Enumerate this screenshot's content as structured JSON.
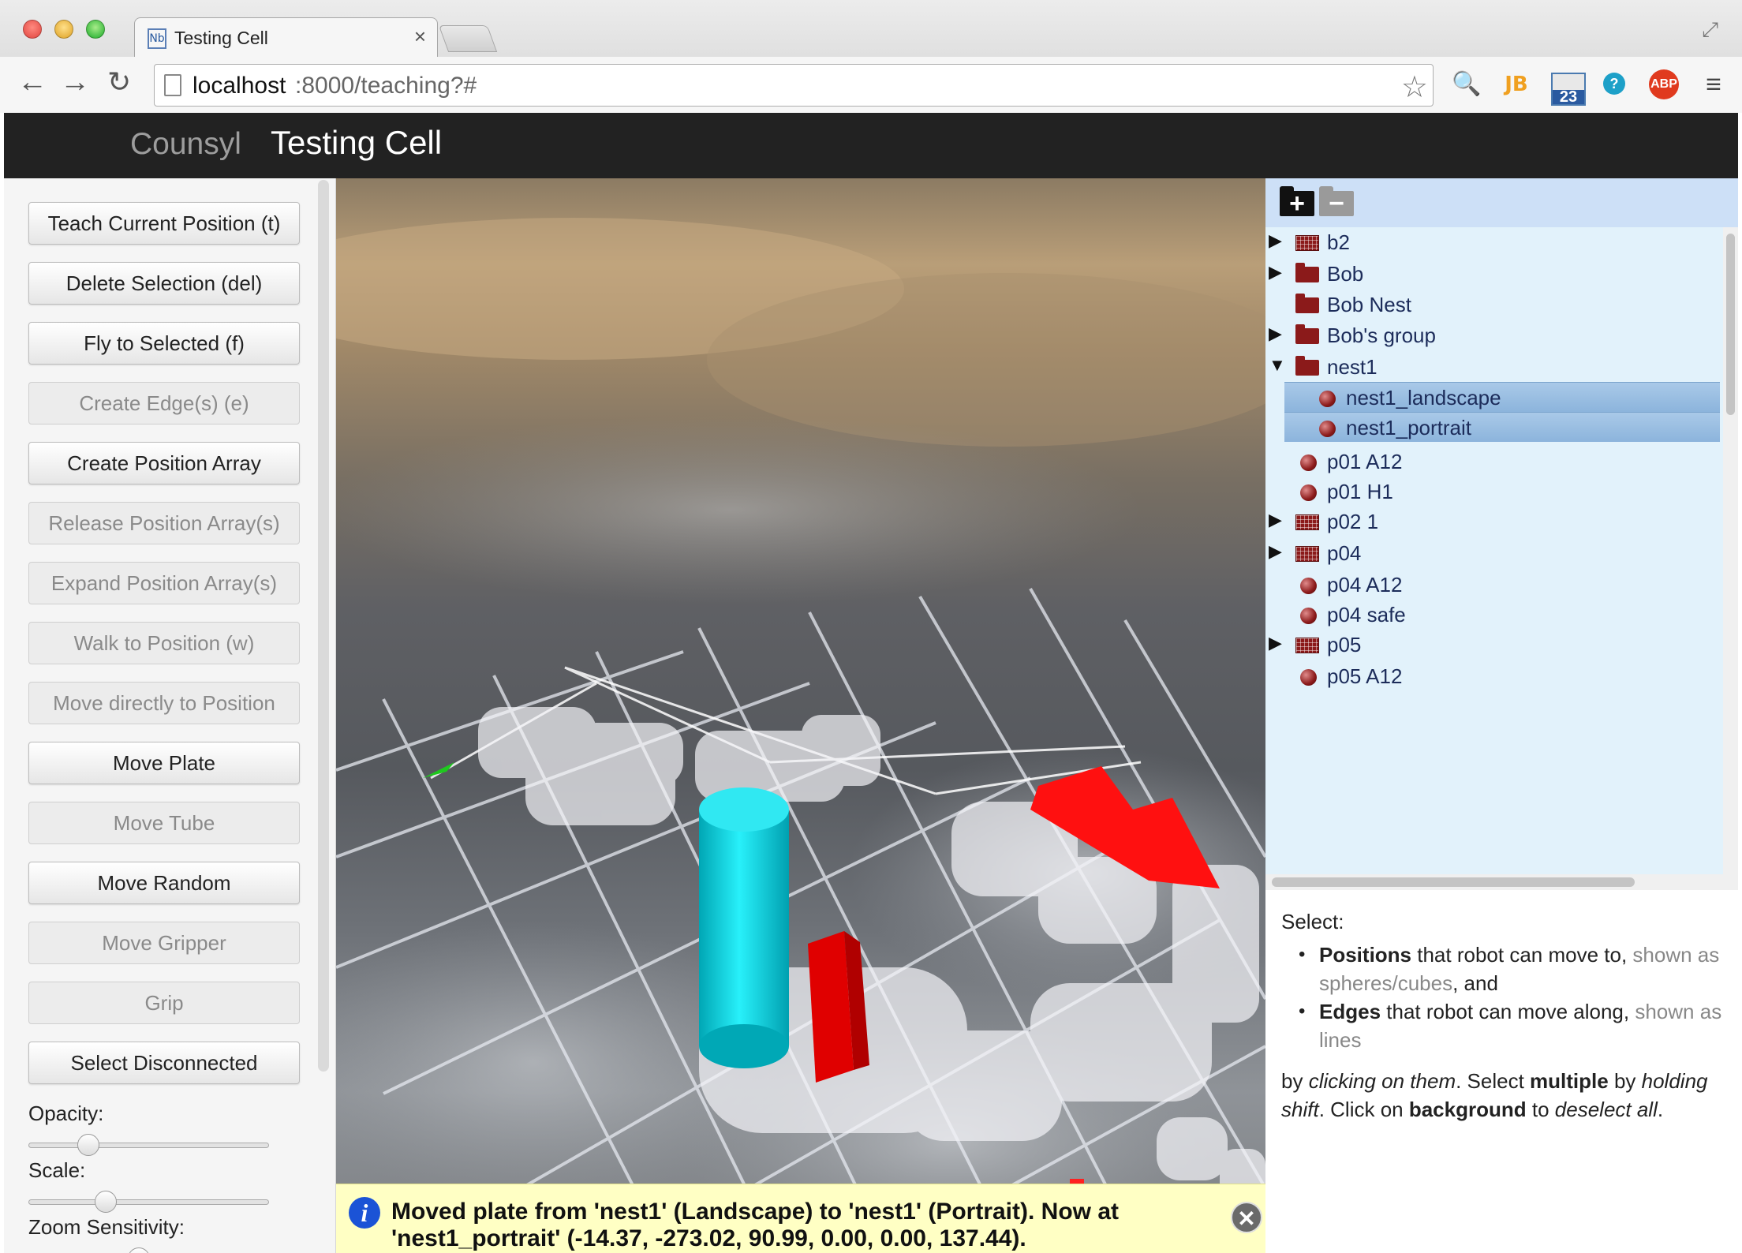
{
  "browser": {
    "tab_title": "Testing Cell",
    "tab_favicon": "Nb",
    "url_host": "localhost",
    "url_rest": ":8000/teaching?#",
    "extensions": [
      "JB",
      "23",
      "ABP"
    ]
  },
  "header": {
    "brand": "Counsyl",
    "title": "Testing Cell"
  },
  "sidebar": {
    "buttons": [
      {
        "label": "Teach Current Position (t)",
        "enabled": true
      },
      {
        "label": "Delete Selection (del)",
        "enabled": true
      },
      {
        "label": "Fly to Selected (f)",
        "enabled": true
      },
      {
        "label": "Create Edge(s) (e)",
        "enabled": false
      },
      {
        "label": "Create Position Array",
        "enabled": true
      },
      {
        "label": "Release Position Array(s)",
        "enabled": false
      },
      {
        "label": "Expand Position Array(s)",
        "enabled": false
      },
      {
        "label": "Walk to Position (w)",
        "enabled": false
      },
      {
        "label": "Move directly to Position",
        "enabled": false
      },
      {
        "label": "Move Plate",
        "enabled": true
      },
      {
        "label": "Move Tube",
        "enabled": false
      },
      {
        "label": "Move Random",
        "enabled": true
      },
      {
        "label": "Move Gripper",
        "enabled": false
      },
      {
        "label": "Grip",
        "enabled": false
      },
      {
        "label": "Select Disconnected",
        "enabled": true
      }
    ],
    "sliders": [
      {
        "label": "Opacity:",
        "value": 0.22
      },
      {
        "label": "Scale:",
        "value": 0.3
      },
      {
        "label": "Zoom Sensitivity:",
        "value": 0.45
      }
    ]
  },
  "tree": {
    "toolbar": [
      "add-folder-icon",
      "remove-folder-icon"
    ],
    "items": [
      {
        "label": "b2",
        "icon": "grid",
        "expander": "collapsed",
        "level": 0,
        "selected": false
      },
      {
        "label": "Bob",
        "icon": "folder",
        "expander": "collapsed",
        "level": 0,
        "selected": false
      },
      {
        "label": "Bob Nest",
        "icon": "folder",
        "expander": "none",
        "level": 0,
        "selected": false
      },
      {
        "label": "Bob's group",
        "icon": "folder",
        "expander": "collapsed",
        "level": 0,
        "selected": false
      },
      {
        "label": "nest1",
        "icon": "folder",
        "expander": "expanded",
        "level": 0,
        "selected": false
      },
      {
        "label": "nest1_landscape",
        "icon": "sphere",
        "expander": "none",
        "level": 1,
        "selected": true
      },
      {
        "label": "nest1_portrait",
        "icon": "sphere",
        "expander": "none",
        "level": 1,
        "selected": true
      },
      {
        "label": "p01 A12",
        "icon": "sphere",
        "expander": "none",
        "level": 0,
        "selected": false
      },
      {
        "label": "p01 H1",
        "icon": "sphere",
        "expander": "none",
        "level": 0,
        "selected": false
      },
      {
        "label": "p02 1",
        "icon": "grid",
        "expander": "collapsed",
        "level": 0,
        "selected": false
      },
      {
        "label": "p04",
        "icon": "grid",
        "expander": "collapsed",
        "level": 0,
        "selected": false
      },
      {
        "label": "p04 A12",
        "icon": "sphere",
        "expander": "none",
        "level": 0,
        "selected": false
      },
      {
        "label": "p04 safe",
        "icon": "sphere",
        "expander": "none",
        "level": 0,
        "selected": false
      },
      {
        "label": "p05",
        "icon": "grid",
        "expander": "collapsed",
        "level": 0,
        "selected": false
      },
      {
        "label": "p05 A12",
        "icon": "sphere",
        "expander": "none",
        "level": 0,
        "selected": false
      }
    ]
  },
  "help": {
    "heading": "Select:",
    "bullet1_bold": "Positions",
    "bullet1_text": " that robot can move to,",
    "bullet1_muted": " shown as spheres/cubes",
    "bullet1_end": ", and",
    "bullet2_bold": "Edges",
    "bullet2_text": " that robot can move along,",
    "bullet2_muted": " shown as lines",
    "p_1": "by ",
    "p_2": "clicking on them",
    "p_3": ". Select ",
    "p_4": "multiple",
    "p_5": " by ",
    "p_6": "holding shift",
    "p_7": ". Click on ",
    "p_8": "background",
    "p_9": " to ",
    "p_10": "deselect all",
    "p_11": "."
  },
  "status": {
    "message": "Moved plate from 'nest1' (Landscape) to 'nest1' (Portrait). Now at 'nest1_portrait' (-14.37, -273.02, 90.99, 0.00, 0.00, 137.44)."
  },
  "colors": {
    "header_bg": "#222222",
    "status_bg": "#ffffc4",
    "tree_bg": "#e2f2fb",
    "selected_row": "#8cb4dc",
    "tube": "#00d0dc",
    "highlight_red": "#ff0000"
  }
}
